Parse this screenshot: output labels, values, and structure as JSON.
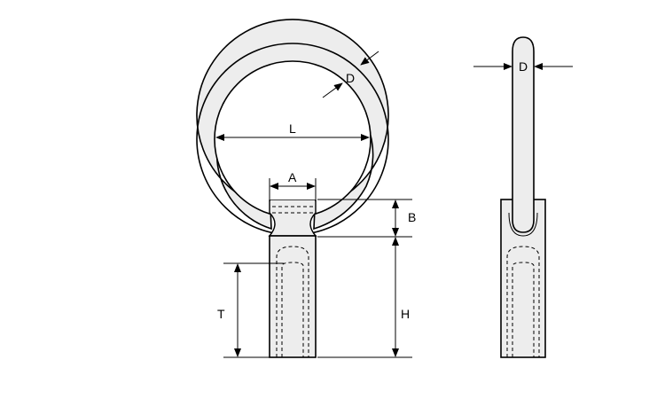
{
  "diagram": {
    "line_color": "#000000",
    "fill_color": "#ededed",
    "background": "#ffffff",
    "labels": {
      "front_d": "D",
      "ring_l": "L",
      "shank_a": "A",
      "height_b": "B",
      "height_h": "H",
      "thread_t": "T",
      "side_d": "D"
    }
  }
}
